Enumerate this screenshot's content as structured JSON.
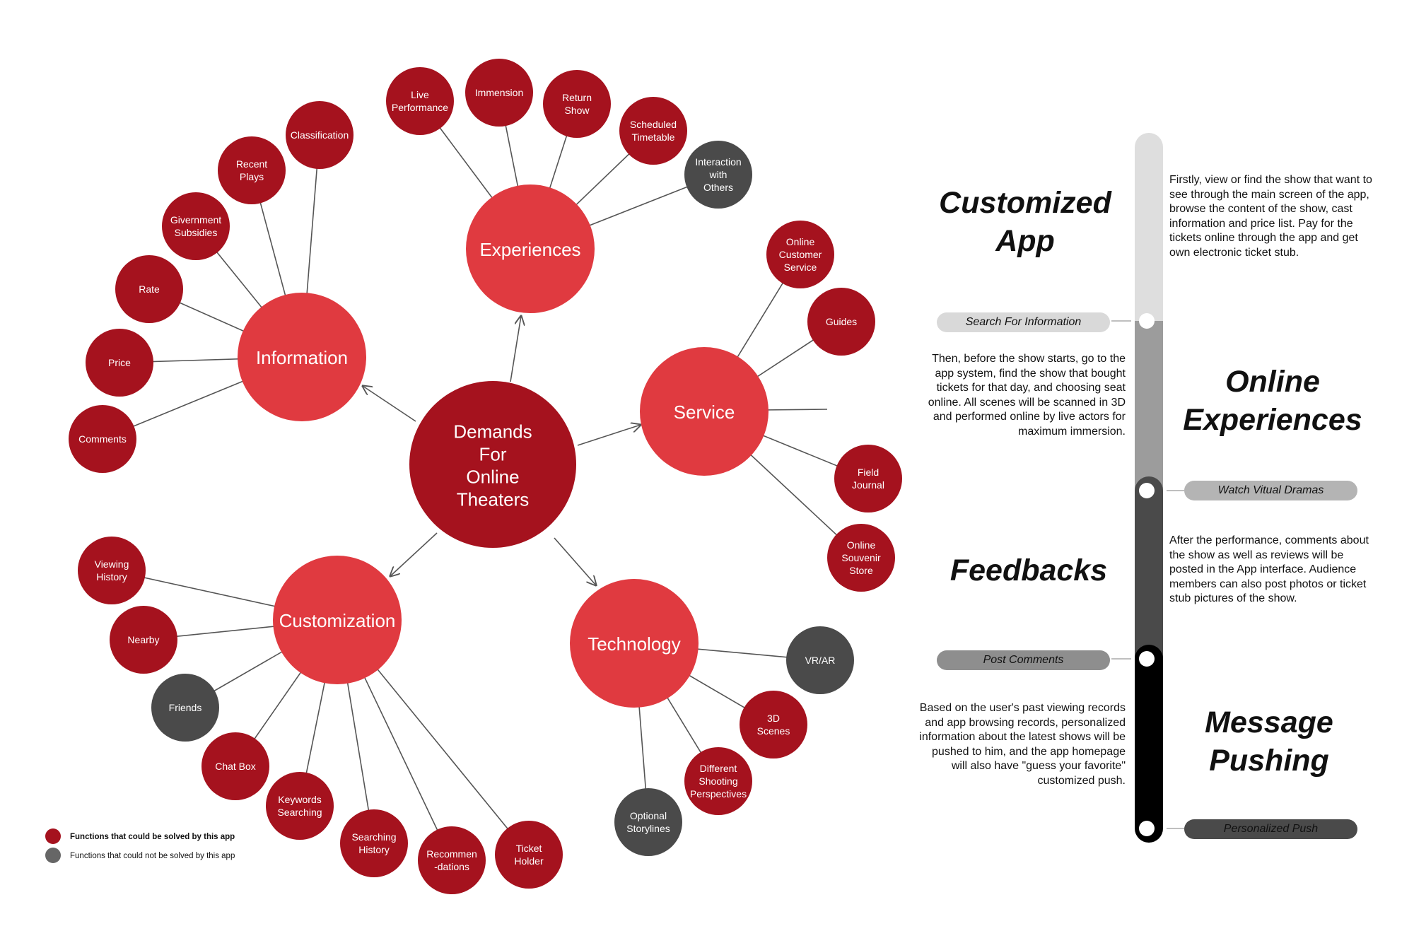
{
  "colors": {
    "solvable": "#a5121e",
    "hub": "#e03a40",
    "unsolvable": "#4a4a4a",
    "line": "#555555"
  },
  "center": {
    "label": "Demands For Online Theaters"
  },
  "hubs": [
    {
      "id": "information",
      "label": "Information"
    },
    {
      "id": "experiences",
      "label": "Experiences"
    },
    {
      "id": "service",
      "label": "Service"
    },
    {
      "id": "customization",
      "label": "Customization"
    },
    {
      "id": "technology",
      "label": "Technology"
    }
  ],
  "leaves": [
    {
      "id": "classification",
      "label": "Classification",
      "hub": "information",
      "solvable": true
    },
    {
      "id": "recent-plays",
      "label": "Recent Plays",
      "hub": "information",
      "solvable": true
    },
    {
      "id": "government-subsidies",
      "label": "Givernment Subsidies",
      "hub": "information",
      "solvable": true
    },
    {
      "id": "rate",
      "label": "Rate",
      "hub": "information",
      "solvable": true
    },
    {
      "id": "price",
      "label": "Price",
      "hub": "information",
      "solvable": true
    },
    {
      "id": "comments",
      "label": "Comments",
      "hub": "information",
      "solvable": true
    },
    {
      "id": "live-performance",
      "label": "Live Performance",
      "hub": "experiences",
      "solvable": true
    },
    {
      "id": "immension",
      "label": "Immension",
      "hub": "experiences",
      "solvable": true
    },
    {
      "id": "return-show",
      "label": "Return Show",
      "hub": "experiences",
      "solvable": true
    },
    {
      "id": "scheduled-timetable",
      "label": "Scheduled Timetable",
      "hub": "experiences",
      "solvable": true
    },
    {
      "id": "interaction-with-others",
      "label": "Interaction with Others",
      "hub": "experiences",
      "solvable": false
    },
    {
      "id": "online-customer-service",
      "label": "Online Customer Service",
      "hub": "service",
      "solvable": true
    },
    {
      "id": "guides",
      "label": "Guides",
      "hub": "service",
      "solvable": true
    },
    {
      "id": "field-journal",
      "label": "Field Journal",
      "hub": "service",
      "solvable": true
    },
    {
      "id": "online-souvenir-store",
      "label": "Online Souvenir Store",
      "hub": "service",
      "solvable": true
    },
    {
      "id": "viewing-history",
      "label": "Viewing History",
      "hub": "customization",
      "solvable": true
    },
    {
      "id": "nearby",
      "label": "Nearby",
      "hub": "customization",
      "solvable": true
    },
    {
      "id": "friends",
      "label": "Friends",
      "hub": "customization",
      "solvable": false
    },
    {
      "id": "chat-box",
      "label": "Chat Box",
      "hub": "customization",
      "solvable": true
    },
    {
      "id": "keywords-searching",
      "label": "Keywords Searching",
      "hub": "customization",
      "solvable": true
    },
    {
      "id": "searching-history",
      "label": "Searching History",
      "hub": "customization",
      "solvable": true
    },
    {
      "id": "recommendations",
      "label": "Recommen -dations",
      "hub": "customization",
      "solvable": true
    },
    {
      "id": "ticket-holder",
      "label": "Ticket Holder",
      "hub": "customization",
      "solvable": true
    },
    {
      "id": "vr-ar",
      "label": "VR/AR",
      "hub": "technology",
      "solvable": false
    },
    {
      "id": "3d-scenes",
      "label": "3D Scenes",
      "hub": "technology",
      "solvable": true
    },
    {
      "id": "different-shooting-perspectives",
      "label": "Different Shooting Perspectives",
      "hub": "technology",
      "solvable": true
    },
    {
      "id": "optional-storylines",
      "label": "Optional Storylines",
      "hub": "technology",
      "solvable": false
    }
  ],
  "legend": {
    "solvable": "Functions that could be solved by this app",
    "unsolvable": "Functions that could not be solved by this app"
  },
  "timeline": {
    "stages": [
      {
        "title_line1": "Customized",
        "title_line2": "App",
        "description": "Firstly, view or find the show that want to see through the main screen of the app, browse the content of the show, cast information and price list. Pay for the tickets online through the app and get own electronic ticket stub.",
        "pill": "Search For Information"
      },
      {
        "title_line1": "Online",
        "title_line2": "Experiences",
        "description": "Then, before the show starts, go to the app system, find the show that bought tickets for that day, and choosing seat online. All scenes will be scanned in 3D and performed online by live actors for maximum immersion.",
        "pill": "Watch Vitual Dramas"
      },
      {
        "title_line1": "Feedbacks",
        "title_line2": "",
        "description": "After the performance, comments about the show as well as reviews will be posted in the App interface. Audience members can also post photos or ticket stub pictures of the show.",
        "pill": "Post Comments"
      },
      {
        "title_line1": "Message",
        "title_line2": "Pushing",
        "description": "Based on the user's past viewing records and app browsing records, personalized information about the latest shows will be pushed to him, and the app homepage will also have \"guess your favorite\" customized push.",
        "pill": "Personalized Push"
      }
    ]
  }
}
